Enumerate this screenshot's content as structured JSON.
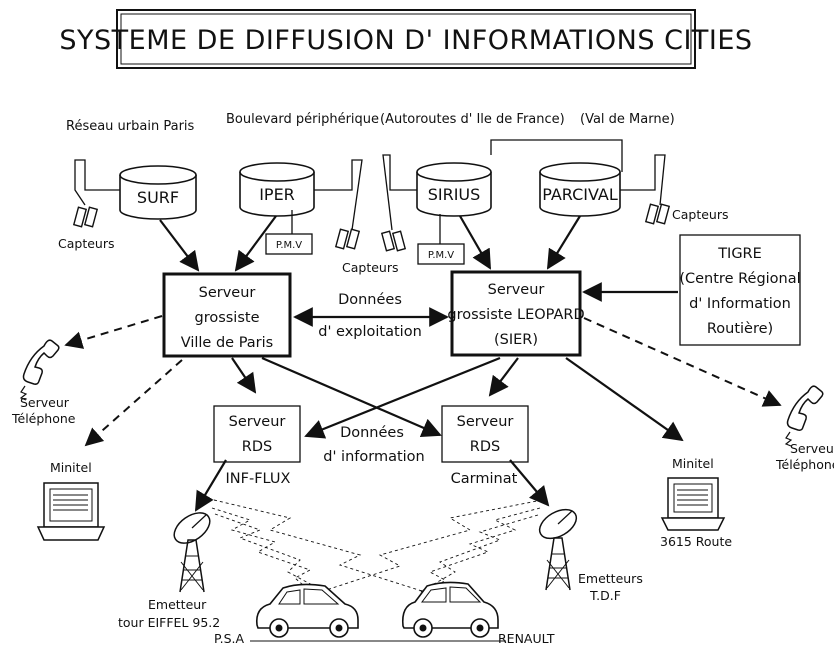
{
  "title": "SYSTEME DE DIFFUSION D' INFORMATIONS CITIES",
  "sources": {
    "paris": "Réseau urbain Paris",
    "peripherique": "Boulevard périphérique",
    "autoroutes": "(Autoroutes d' Ile de France)",
    "valdemarne": "(Val de Marne)"
  },
  "databases": {
    "surf": "SURF",
    "iper": "IPER",
    "sirius": "SIRIUS",
    "parcival": "PARCIVAL"
  },
  "pmv": "P.M.V",
  "capteurs": "Capteurs",
  "tigre": {
    "lines": [
      "TIGRE",
      "(Centre Régional",
      "d' Information",
      "Routière)"
    ]
  },
  "server_paris": {
    "lines": [
      "Serveur",
      "grossiste",
      "Ville de Paris"
    ]
  },
  "server_leopard": {
    "lines": [
      "Serveur",
      "grossiste LEOPARD",
      "(SIER)"
    ]
  },
  "donnees_exploitation": [
    "Données",
    "d' exploitation"
  ],
  "donnees_information": [
    "Données",
    "d' information"
  ],
  "rds_left": {
    "lines": [
      "Serveur",
      "RDS"
    ],
    "sub": "INF-FLUX"
  },
  "rds_right": {
    "lines": [
      "Serveur",
      "RDS"
    ],
    "sub": "Carminat"
  },
  "phone_left": [
    "Serveur",
    "Téléphone"
  ],
  "phone_right": [
    "Serveur",
    "Téléphone"
  ],
  "minitel_left": "Minitel",
  "minitel_right": {
    "label": "Minitel",
    "sub": "3615 Route"
  },
  "emitter_left": [
    "Emetteur",
    "tour EIFFEL 95.2"
  ],
  "emitter_right": [
    "Emetteurs",
    "T.D.F"
  ],
  "car_left": "P.S.A",
  "car_right": "RENAULT"
}
